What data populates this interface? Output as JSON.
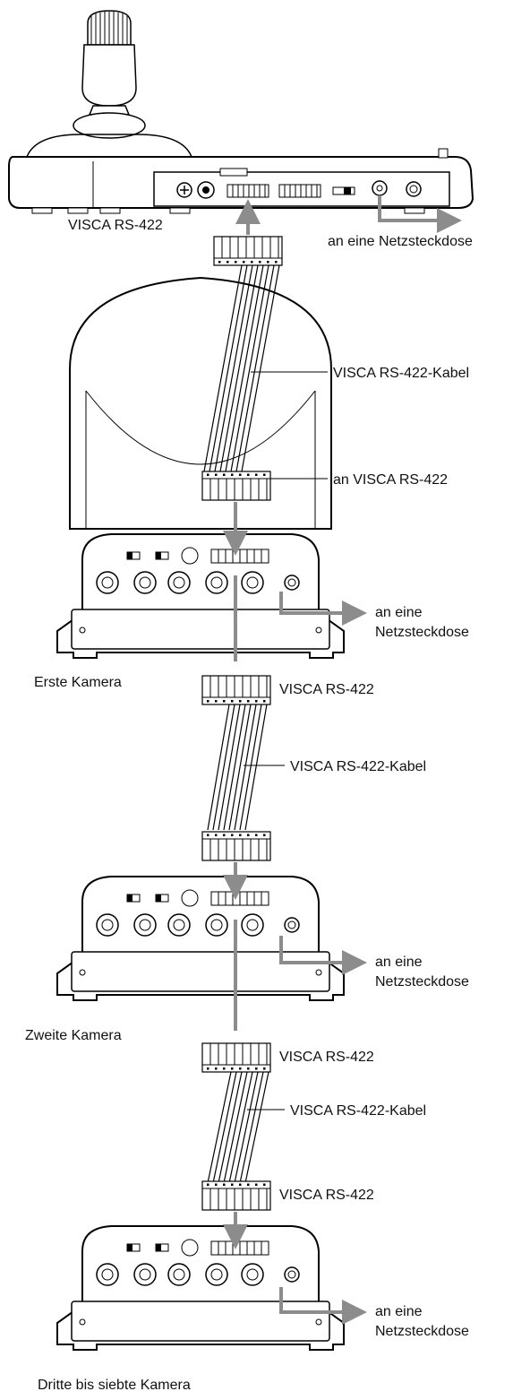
{
  "labels": {
    "controller_port": "VISCA RS-422",
    "controller_power": "an eine Netzsteckdose",
    "cable_1": "VISCA RS-422-Kabel",
    "cam1_in": "an VISCA RS-422",
    "cam1_power_line1": "an eine",
    "cam1_power_line2": "Netzsteckdose",
    "cam1_name": "Erste Kamera",
    "cam1_out": "VISCA RS-422",
    "cable_2": "VISCA RS-422-Kabel",
    "cam2_power_line1": "an eine",
    "cam2_power_line2": "Netzsteckdose",
    "cam2_name": "Zweite Kamera",
    "cam2_out": "VISCA RS-422",
    "cable_3": "VISCA RS-422-Kabel",
    "cam3_in": "VISCA RS-422",
    "cam3_power_line1": "an eine",
    "cam3_power_line2": "Netzsteckdose",
    "cam3_name": "Dritte bis siebte Kamera"
  },
  "colors": {
    "line": "#000000",
    "arrow": "#8c8c8c",
    "device_fill": "#ffffff"
  }
}
